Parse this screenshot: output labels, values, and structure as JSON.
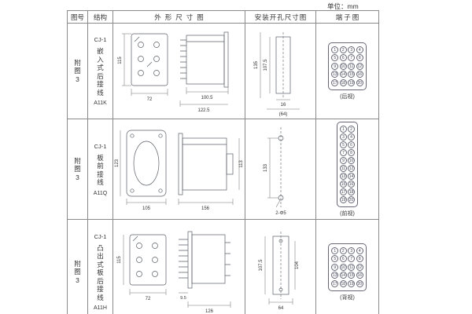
{
  "page": {
    "unit_label": "单位：mm"
  },
  "table": {
    "headers": {
      "fig_no": "图号",
      "structure": "结构",
      "outline": "外形尺寸图",
      "mounting": "安装开孔尺寸图",
      "terminal": "端子图"
    },
    "rows": [
      {
        "fig_no": "附图3",
        "model": "CJ-1",
        "structure_type": "嵌入式后接线",
        "code": "A11K",
        "outline": {
          "height": "115",
          "width": "72",
          "depth_inner": "100.5",
          "depth_total": "122.5"
        },
        "mounting": {
          "cutout_height": "107.5",
          "overall_height": "135",
          "width": "16",
          "spacing": "(64)"
        },
        "terminal": {
          "view": "(后视)",
          "numbers": [
            "1",
            "2",
            "3",
            "4",
            "5",
            "6",
            "7",
            "8",
            "9",
            "10",
            "11",
            "12",
            "13",
            "14",
            "15",
            "16",
            "17",
            "18",
            "19",
            "20"
          ]
        }
      },
      {
        "fig_no": "附图3",
        "model": "CJ-1",
        "structure_type": "板前接线",
        "code": "A11Q",
        "outline": {
          "height": "123",
          "width": "105",
          "depth": "156",
          "side_height": "113"
        },
        "mounting": {
          "hole_spacing": "133",
          "hole_spec": "2-Φ5"
        },
        "terminal": {
          "view": "(前视)",
          "numbers": [
            "1",
            "2",
            "3",
            "4",
            "5",
            "6",
            "7",
            "8",
            "9",
            "10",
            "11",
            "12",
            "13",
            "14",
            "15",
            "16",
            "17",
            "18",
            "19",
            "20"
          ]
        }
      },
      {
        "fig_no": "附图3",
        "model": "CJ-1",
        "structure_type": "凸出式板后接线",
        "code": "A11H",
        "outline": {
          "height": "115",
          "width": "72",
          "pin_depth": "9.5",
          "depth": "126"
        },
        "mounting": {
          "cutout_height": "107.5",
          "side_height": "104",
          "width": "64"
        },
        "terminal": {
          "view": "(背视)",
          "numbers": [
            "1",
            "2",
            "3",
            "4",
            "5",
            "6",
            "7",
            "8",
            "9",
            "10",
            "11",
            "12",
            "13",
            "14",
            "15",
            "16",
            "17",
            "18",
            "19",
            "20"
          ]
        }
      }
    ]
  }
}
